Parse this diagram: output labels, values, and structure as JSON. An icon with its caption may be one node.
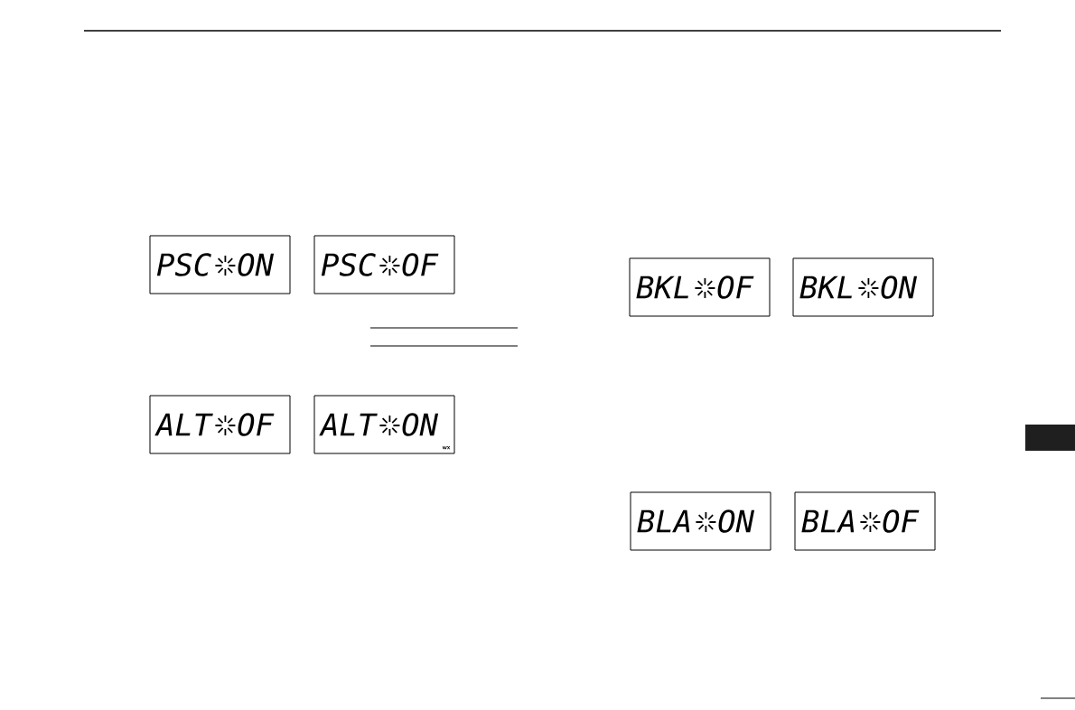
{
  "diagram": {
    "nodes": [
      {
        "text": [
          "PSC",
          "ON"
        ]
      },
      {
        "text": [
          "PSC",
          "OF"
        ]
      },
      {
        "text": [
          "ALT",
          "OF"
        ]
      },
      {
        "text": [
          "ALT",
          "ON",
          "wx"
        ]
      },
      {
        "text": [
          "BKL",
          "OF"
        ]
      },
      {
        "text": [
          "BKL",
          "ON"
        ]
      },
      {
        "text": [
          "BLA",
          "ON"
        ]
      },
      {
        "text": [
          "BLA",
          "OF"
        ]
      }
    ]
  }
}
